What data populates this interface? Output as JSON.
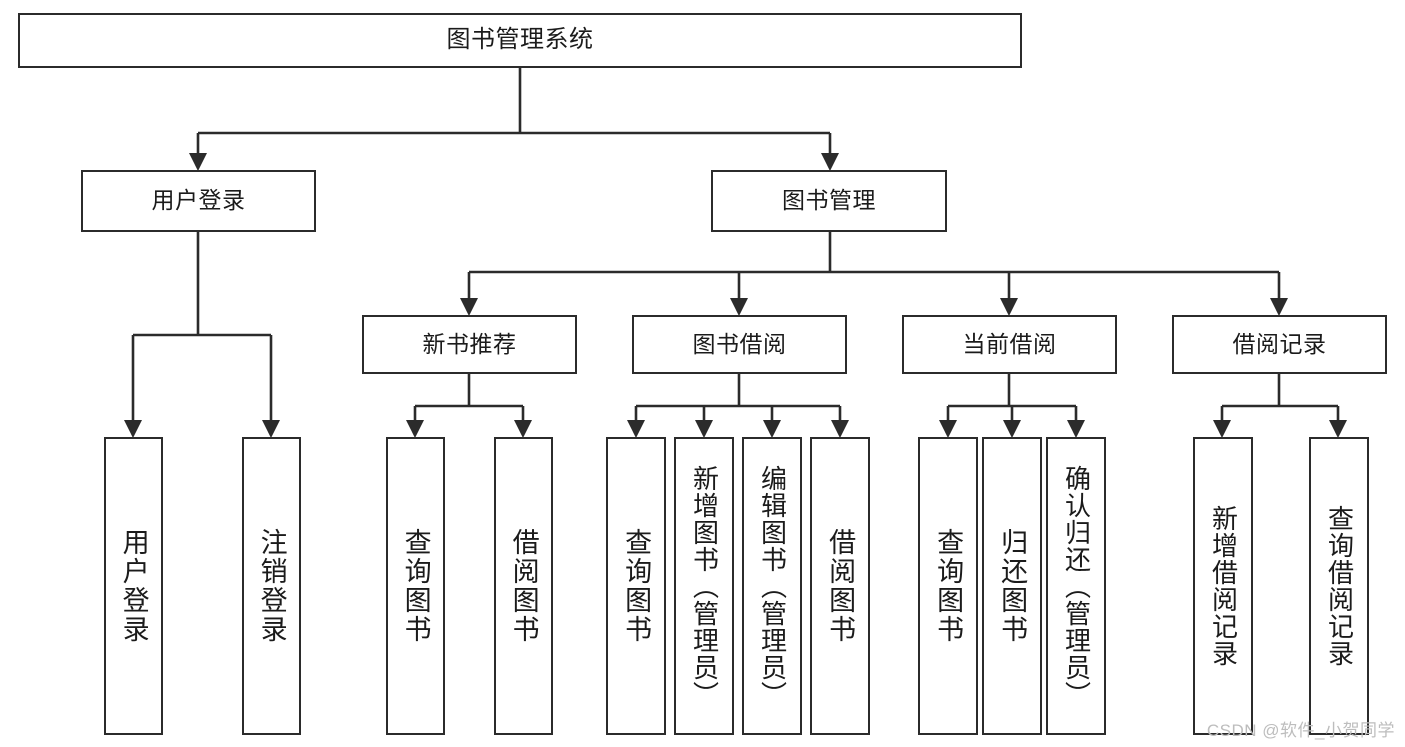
{
  "diagram": {
    "type": "tree-hierarchy",
    "title": "图书管理系统",
    "root": {
      "id": "root",
      "label": "图书管理系统"
    },
    "level2": [
      {
        "id": "user-login",
        "label": "用户登录"
      },
      {
        "id": "book-manage",
        "label": "图书管理"
      }
    ],
    "level3": [
      {
        "id": "new-book-recommend",
        "label": "新书推荐",
        "parent": "book-manage"
      },
      {
        "id": "book-borrow",
        "label": "图书借阅",
        "parent": "book-manage"
      },
      {
        "id": "current-borrow",
        "label": "当前借阅",
        "parent": "book-manage"
      },
      {
        "id": "borrow-record",
        "label": "借阅记录",
        "parent": "book-manage"
      }
    ],
    "leaves": {
      "user_login": [
        {
          "id": "leaf-user-login",
          "label": "用户登录"
        },
        {
          "id": "leaf-user-logout",
          "label": "注销登录"
        }
      ],
      "new_book_recommend": [
        {
          "id": "leaf-query-book-1",
          "label": "查询图书"
        },
        {
          "id": "leaf-borrow-book-1",
          "label": "借阅图书"
        }
      ],
      "book_borrow": [
        {
          "id": "leaf-query-book-2",
          "label": "查询图书"
        },
        {
          "id": "leaf-add-book",
          "label": "新增图书（管理员）"
        },
        {
          "id": "leaf-edit-book",
          "label": "编辑图书（管理员）"
        },
        {
          "id": "leaf-borrow-book-2",
          "label": "借阅图书"
        }
      ],
      "current_borrow": [
        {
          "id": "leaf-query-book-3",
          "label": "查询图书"
        },
        {
          "id": "leaf-return-book",
          "label": "归还图书"
        },
        {
          "id": "leaf-confirm-return",
          "label": "确认归还（管理员）"
        }
      ],
      "borrow_record": [
        {
          "id": "leaf-add-record",
          "label": "新增借阅记录"
        },
        {
          "id": "leaf-query-record",
          "label": "查询借阅记录"
        }
      ]
    }
  },
  "watermark": {
    "text": "CSDN @软件_小贺同学"
  },
  "colors": {
    "stroke": "#2b2b2b",
    "background": "#ffffff",
    "text": "#1b1b1b",
    "watermark": "#bdbdbd"
  }
}
